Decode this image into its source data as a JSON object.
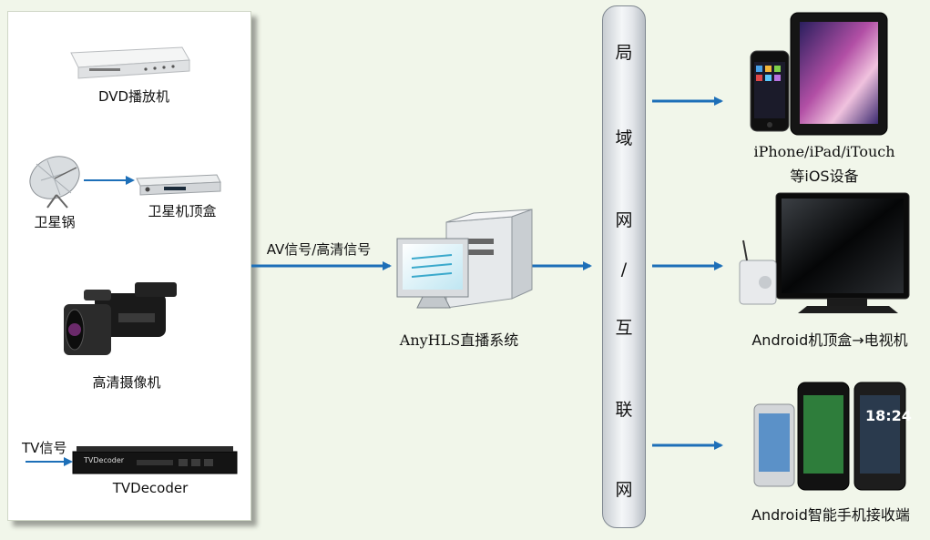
{
  "sources": {
    "dvd_label": "DVD播放机",
    "dish_label": "卫星锅",
    "stb_label": "卫星机顶盒",
    "camera_label": "高清摄像机",
    "tv_signal_label": "TV信号",
    "decoder_label": "TVDecoder",
    "decoder_front_text": "TVDecoder"
  },
  "signal_label": "AV信号/高清信号",
  "server_label": "AnyHLS直播系统",
  "network_chars": [
    "局",
    "域",
    "网",
    "/",
    "互",
    "联",
    "网"
  ],
  "clients": {
    "ios_line1": "iPhone/iPad/iTouch",
    "ios_line2": "等iOS设备",
    "android_tv": "Android机顶盒→电视机",
    "android_phones": "Android智能手机接收端"
  },
  "colors": {
    "arrow": "#1d6fb8",
    "background": "#f1f6ea",
    "panel": "#ffffff"
  }
}
